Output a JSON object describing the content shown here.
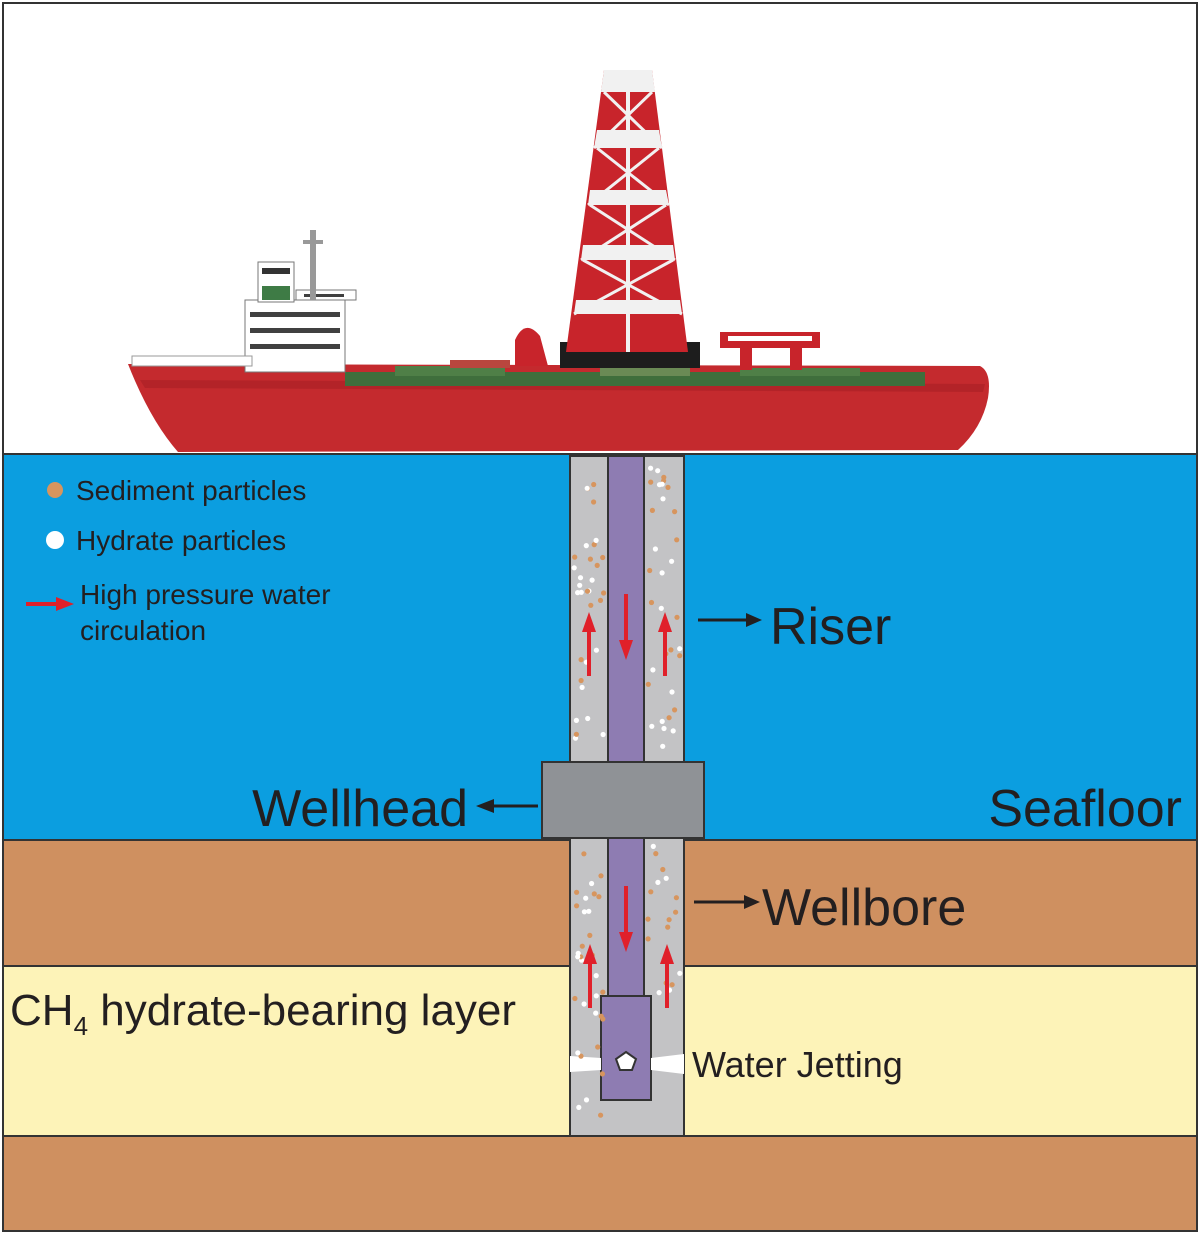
{
  "legend": {
    "sediment_label": "Sediment particles",
    "hydrate_label": "Hydrate particles",
    "circulation_label_line1": "High pressure water",
    "circulation_label_line2": "circulation"
  },
  "labels": {
    "riser": "Riser",
    "wellhead": "Wellhead",
    "seafloor": "Seafloor",
    "wellbore": "Wellbore",
    "layer_prefix": "CH",
    "layer_subscript": "4",
    "layer_suffix": " hydrate-bearing layer",
    "water_jetting": "Water Jetting"
  },
  "colors": {
    "sea": "#0b9ee0",
    "sediment_layer": "#cf9060",
    "hydrate_layer": "#fdf3b8",
    "annulus": "#c3c3c5",
    "drill_pipe": "#8e7cb2",
    "wellhead": "#8f9296",
    "sediment_particle": "#d7955e",
    "hydrate_particle": "#ffffff",
    "flow_arrow": "#e0202a",
    "ship_hull": "#c42a2e",
    "ship_deck": "#3f6e3c",
    "derrick_red": "#c8242b"
  },
  "icons": {
    "ship": "drilling-ship-icon",
    "derrick": "derrick-tower-icon",
    "nozzle": "jet-nozzle-icon"
  }
}
